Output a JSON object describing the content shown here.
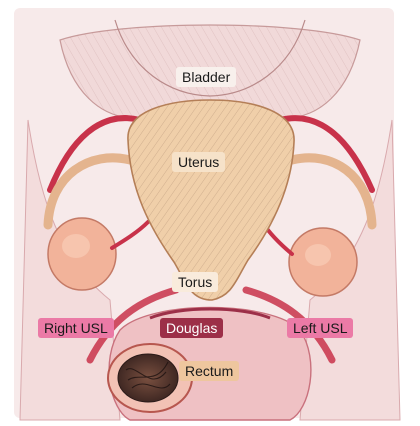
{
  "labels": {
    "bladder": "Bladder",
    "uterus": "Uterus",
    "torus": "Torus",
    "right_usl": "Right USL",
    "left_usl": "Left USL",
    "douglas": "Douglas",
    "rectum": "Rectum"
  },
  "colors": {
    "uterus_fill": "#f0cfa9",
    "ovary_fill": "#f2b39a",
    "ligament_red": "#c8324a",
    "peritoneum_pink": "#eeb3bb",
    "usl_label": "#eb7aa6",
    "douglas_label": "#9c2f48",
    "rectum_label": "#eec69e"
  }
}
